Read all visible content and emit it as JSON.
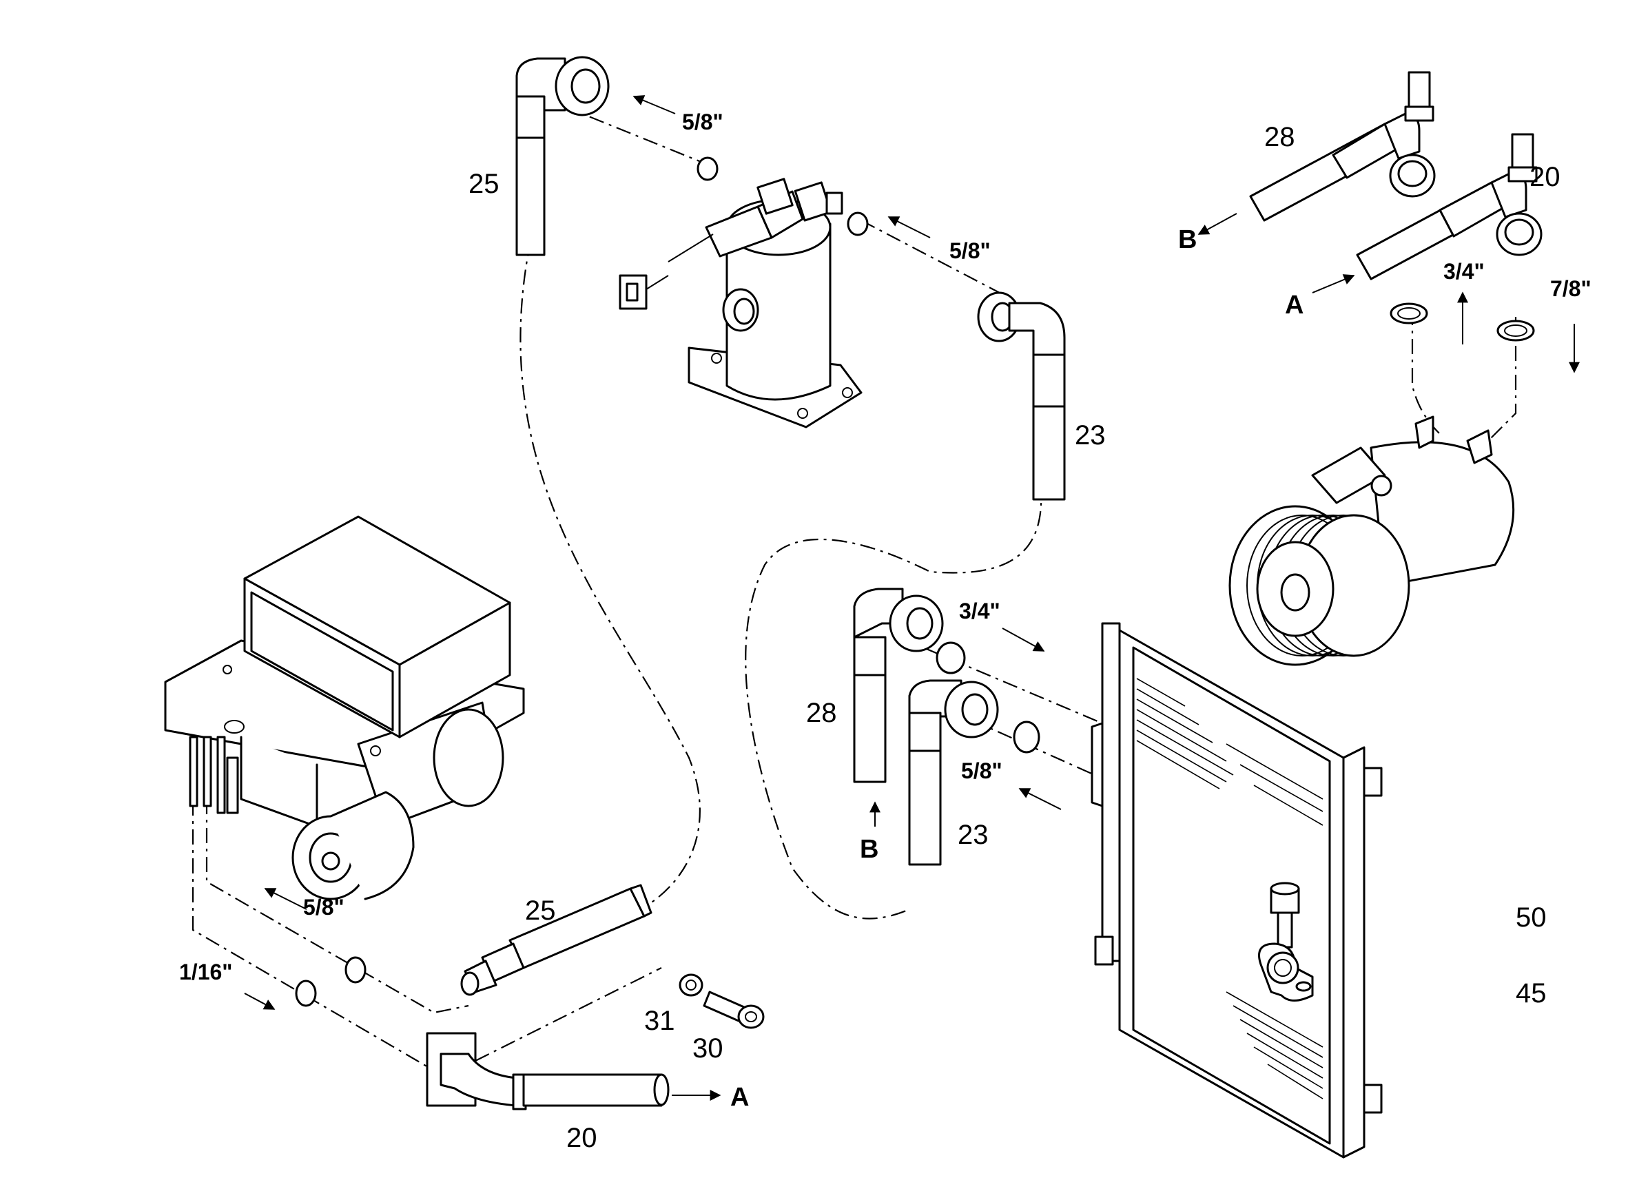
{
  "callouts": {
    "c25_top": "25",
    "c28_top": "28",
    "c20_top": "20",
    "c23_top": "23",
    "c28_mid": "28",
    "c23_mid": "23",
    "c25_bot": "25",
    "c31": "31",
    "c30": "30",
    "c20_bot": "20",
    "c50": "50",
    "c45": "45"
  },
  "sizes": {
    "s58_top": "5/8\"",
    "s58_drier": "5/8\"",
    "s34_comp": "3/4\"",
    "s78_comp": "7/8\"",
    "s34_cond": "3/4\"",
    "s58_cond": "5/8\"",
    "s58_evap": "5/8\"",
    "s116": "1/16\""
  },
  "letters": {
    "b_top": "B",
    "a_top": "A",
    "b_mid": "B",
    "a_bot": "A"
  },
  "colors": {
    "line": "#000000",
    "background": "#ffffff"
  }
}
